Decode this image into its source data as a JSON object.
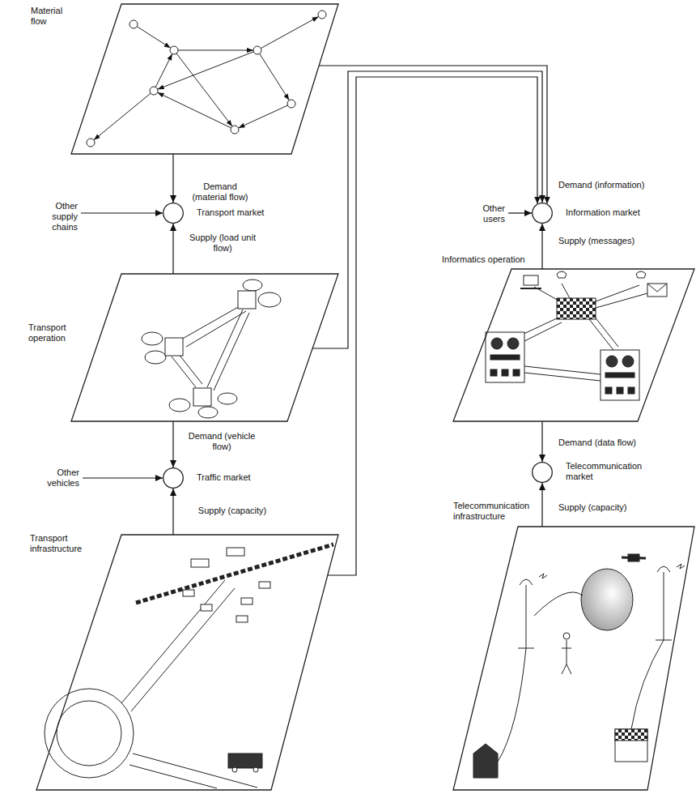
{
  "diagram": {
    "nodes": [
      {
        "text": [
          "Material flow"
        ]
      },
      {
        "text": [
          "Other supply chains"
        ]
      },
      {
        "text": [
          "Transport market"
        ]
      },
      {
        "text": [
          "Transport operation"
        ]
      },
      {
        "text": [
          "Other vehicles"
        ]
      },
      {
        "text": [
          "Traffic market"
        ]
      },
      {
        "text": [
          "Transport infrastructure"
        ]
      },
      {
        "text": [
          "Other users"
        ]
      },
      {
        "text": [
          "Information market"
        ]
      },
      {
        "text": [
          "Informatics operation"
        ]
      },
      {
        "text": [
          "Telecommunication market"
        ]
      },
      {
        "text": [
          "Telecommunication infrastructure"
        ]
      }
    ],
    "edges": [
      {
        "from": 0,
        "to": 2,
        "label": "Demand (material flow)",
        "arrow": "to"
      },
      {
        "from": 1,
        "to": 2,
        "arrow": "to"
      },
      {
        "from": 3,
        "to": 2,
        "label": "Supply (load unit flow)",
        "arrow": "to"
      },
      {
        "from": 3,
        "to": 5,
        "label": "Demand (vehicle flow)",
        "arrow": "to"
      },
      {
        "from": 4,
        "to": 5,
        "arrow": "to"
      },
      {
        "from": 6,
        "to": 5,
        "label": "Supply (capacity)",
        "arrow": "to"
      },
      {
        "from": 0,
        "to": 8,
        "label": "Demand (information)",
        "arrow": "to"
      },
      {
        "from": 3,
        "to": 8,
        "arrow": "to"
      },
      {
        "from": 6,
        "to": 8,
        "arrow": "to"
      },
      {
        "from": 7,
        "to": 8,
        "arrow": "to"
      },
      {
        "from": 9,
        "to": 8,
        "label": "Supply (messages)",
        "arrow": "to"
      },
      {
        "from": 9,
        "to": 10,
        "label": "Demand (data flow)",
        "arrow": "to"
      },
      {
        "from": 11,
        "to": 10,
        "label": "Supply (capacity)",
        "arrow": "to"
      }
    ]
  }
}
